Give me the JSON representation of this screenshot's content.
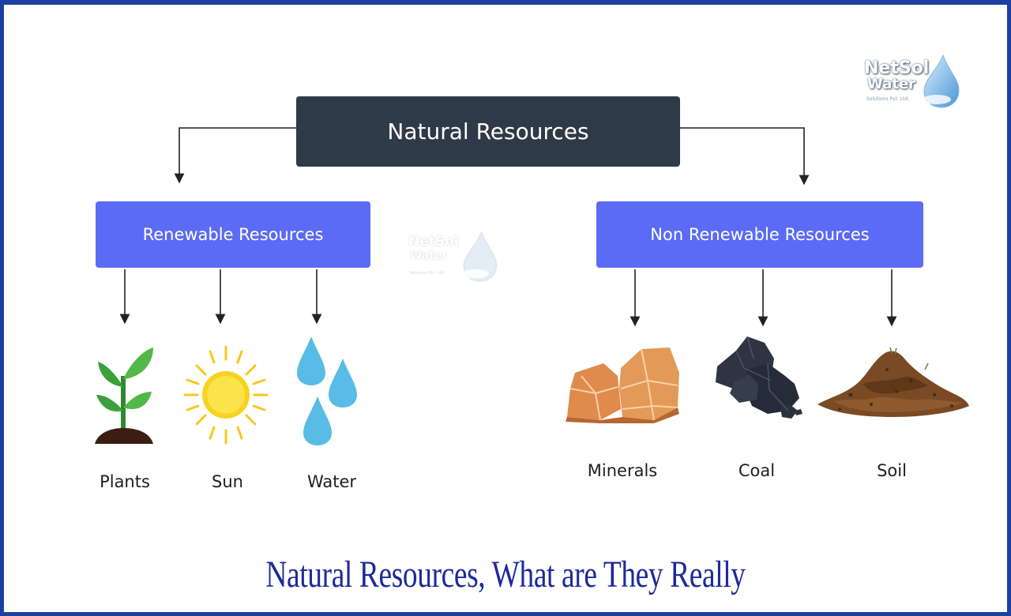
{
  "diagram": {
    "root": "Natural Resources",
    "categories": [
      {
        "label": "Renewable Resources",
        "items": [
          {
            "label": "Plants",
            "icon": "plant-icon"
          },
          {
            "label": "Sun",
            "icon": "sun-icon"
          },
          {
            "label": "Water",
            "icon": "water-drops-icon"
          }
        ]
      },
      {
        "label": "Non Renewable Resources",
        "items": [
          {
            "label": "Minerals",
            "icon": "minerals-icon"
          },
          {
            "label": "Coal",
            "icon": "coal-icon"
          },
          {
            "label": "Soil",
            "icon": "soil-icon"
          }
        ]
      }
    ]
  },
  "logo": {
    "line1": "NetSol",
    "line2": "Water",
    "tagline": "Solutions Pvt. Ltd."
  },
  "caption": "Natural Resources, What are They Really",
  "colors": {
    "root_box": "#2f3a48",
    "category_box": "#5b6bf5",
    "caption_text": "#1c2a9b",
    "border": "#1c3fa0"
  }
}
